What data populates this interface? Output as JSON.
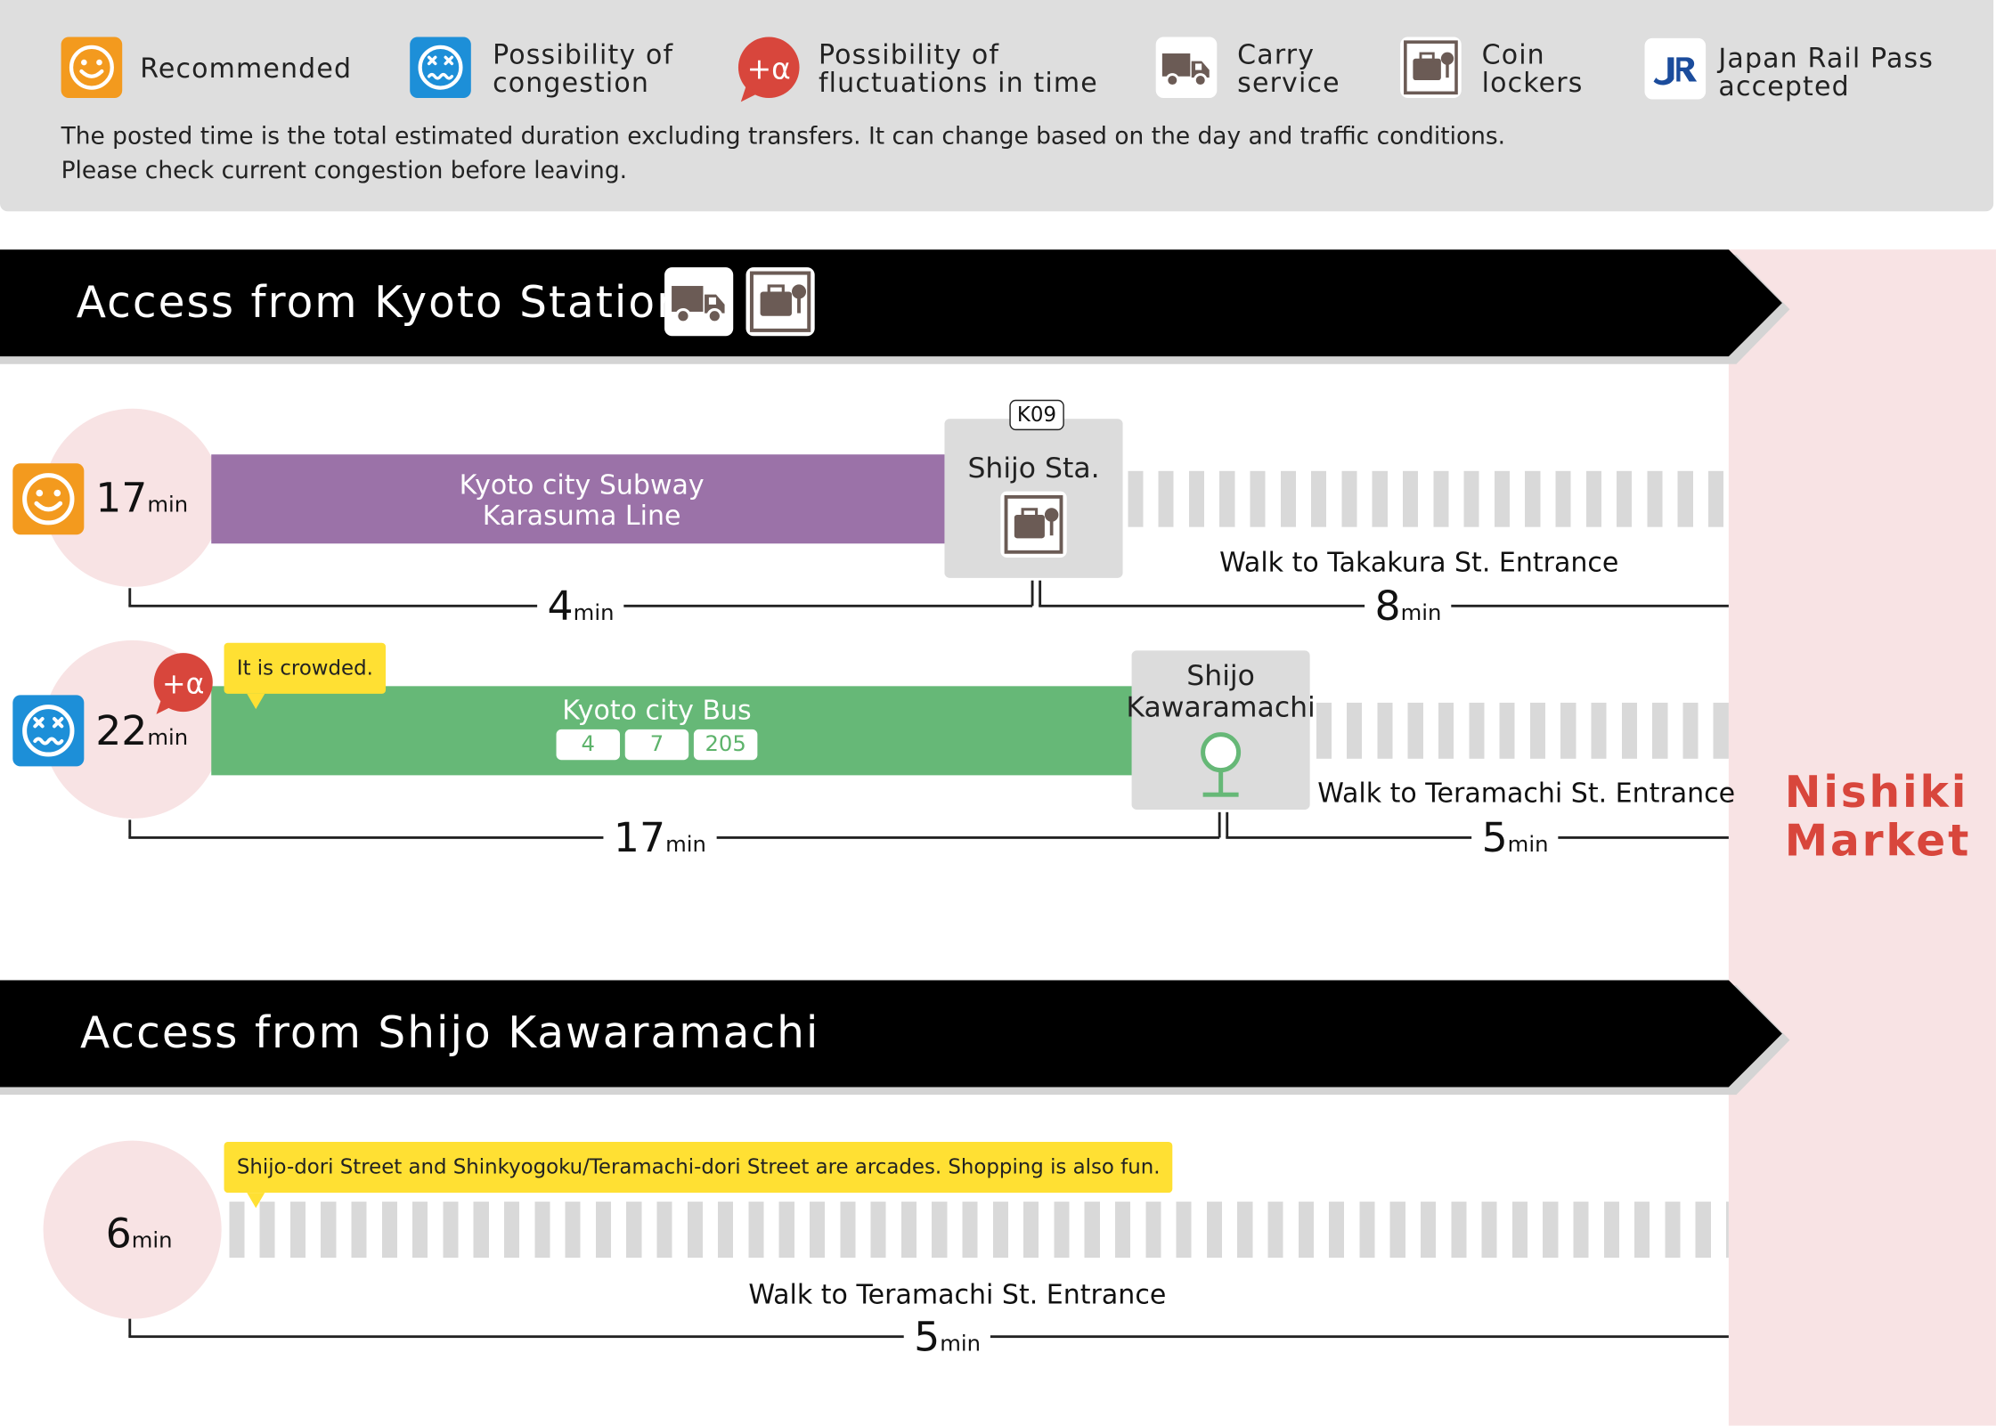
{
  "legend": {
    "items": [
      {
        "label": "Recommended",
        "icon": "smile-face-icon",
        "color": "#f39a1e"
      },
      {
        "label": "Possibility of\ncongestion",
        "icon": "dizzy-face-icon",
        "color": "#1d8fd8"
      },
      {
        "label": "Possibility of\nfluctuations in time",
        "icon": "plus-alpha-icon",
        "color": "#d8463c"
      },
      {
        "label": "Carry\nservice",
        "icon": "truck-icon"
      },
      {
        "label": "Coin\nlockers",
        "icon": "locker-icon"
      },
      {
        "label": "Japan Rail Pass\naccepted",
        "icon": "jr-logo-icon",
        "color": "#1b4c9c"
      }
    ],
    "note_line1": "The posted time is the total estimated duration excluding transfers. It can change based on the day and traffic conditions.",
    "note_line2": "Please check current congestion before leaving."
  },
  "destination": {
    "name": "Nishiki\nMarket",
    "color": "#d8463c"
  },
  "sections": [
    {
      "title": "Access from Kyoto Station",
      "routes": [
        {
          "rating": "recommended",
          "total_num": "17",
          "total_unit": "min",
          "line_label": "Kyoto city Subway\nKarasuma Line",
          "line_color": "#9b72a8",
          "station_code": "K09",
          "station_name": "Shijo Sta.",
          "walk_label": "Walk to Takakura St. Entrance",
          "ride_num": "4",
          "ride_unit": "min",
          "walk_num": "8",
          "walk_unit": "min"
        },
        {
          "rating": "congestion",
          "total_num": "22",
          "total_unit": "min",
          "bubble": "It is crowded.",
          "line_label": "Kyoto city Bus",
          "line_color": "#66b877",
          "bus_numbers": [
            "4",
            "7",
            "205"
          ],
          "station_name": "Shijo\nKawaramachi",
          "walk_label": "Walk to Teramachi St. Entrance",
          "ride_num": "17",
          "ride_unit": "min",
          "walk_num": "5",
          "walk_unit": "min"
        }
      ]
    },
    {
      "title": "Access from Shijo Kawaramachi",
      "routes": [
        {
          "total_num": "6",
          "total_unit": "min",
          "bubble": "Shijo-dori Street and Shinkyogoku/Teramachi-dori Street are arcades. Shopping is also fun.",
          "walk_label": "Walk to Teramachi St. Entrance",
          "walk_num": "5",
          "walk_unit": "min"
        }
      ]
    }
  ]
}
